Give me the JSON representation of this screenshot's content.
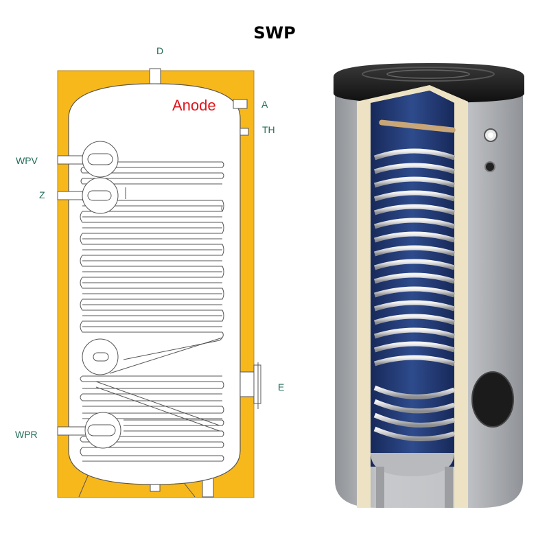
{
  "title": "SWP",
  "labels": {
    "d": "D",
    "a": "A",
    "th": "TH",
    "wpv": "WPV",
    "z": "Z",
    "e": "E",
    "wpr": "WPR",
    "anode": "Anode"
  },
  "colors": {
    "insulation": "#f7b81c",
    "tank_fill": "#ffffff",
    "jacket_gray": "#b5b7ba",
    "inner_blue": "#233a72",
    "lid_black": "#1a1a1a",
    "foam_cream": "#ede3c4",
    "label_green": "#1f6b57",
    "anode_red": "#e0141c"
  },
  "icons": [
    "coil-pipe",
    "flange",
    "anode-rod",
    "sensor-port"
  ]
}
